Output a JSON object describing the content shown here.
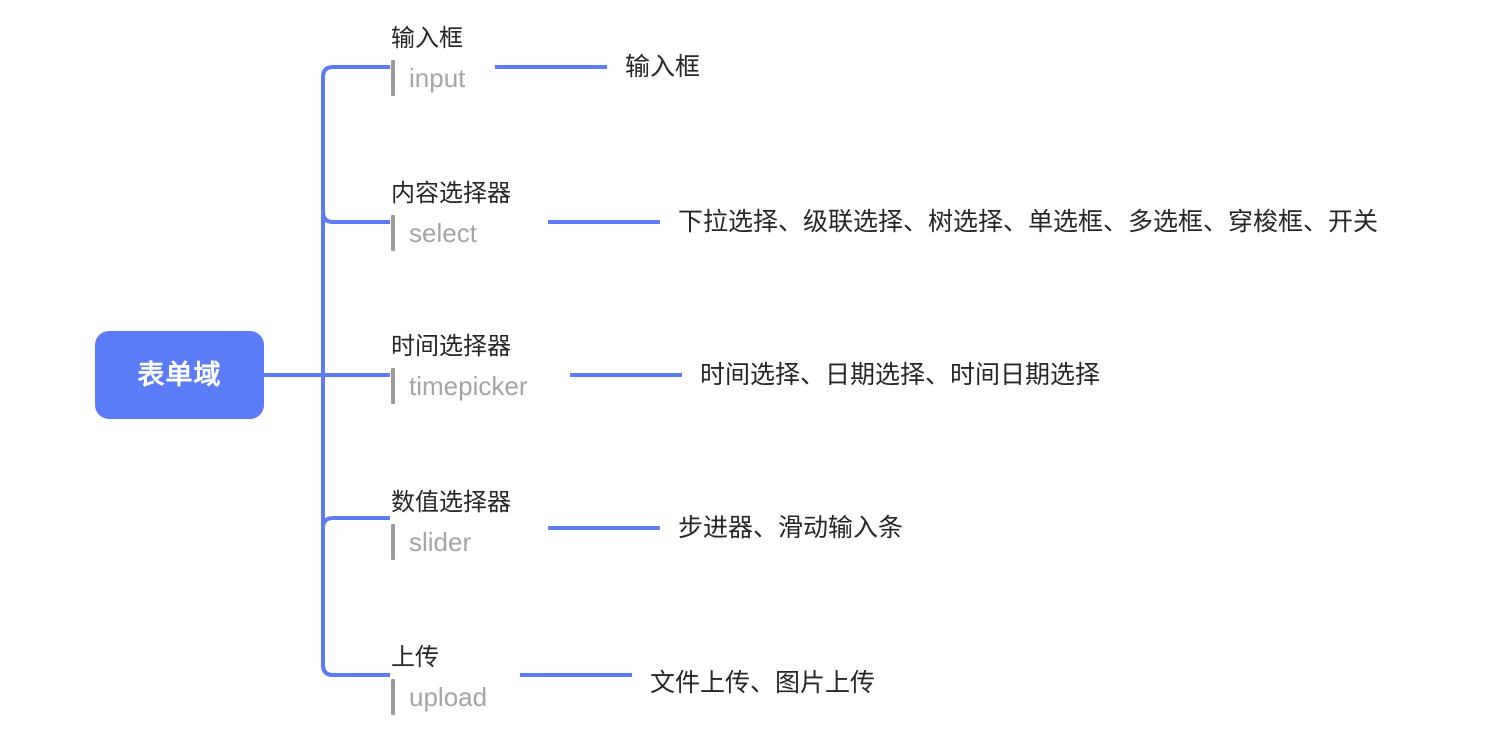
{
  "diagram": {
    "type": "mind-map",
    "root": {
      "label": "表单域"
    },
    "accent_color": "#5b7cf6",
    "branch_line_color": "#5b7cf6",
    "title_color": "#262626",
    "code_color": "#a5a5a5",
    "code_bar_color": "#9b9b9b",
    "branches": [
      {
        "title": "输入框",
        "code": "input",
        "leaf": "输入框"
      },
      {
        "title": "内容选择器",
        "code": "select",
        "leaf": "下拉选择、级联选择、树选择、单选框、多选框、穿梭框、开关"
      },
      {
        "title": "时间选择器",
        "code": "timepicker",
        "leaf": "时间选择、日期选择、时间日期选择"
      },
      {
        "title": "数值选择器",
        "code": "slider",
        "leaf": "步进器、滑动输入条"
      },
      {
        "title": "上传",
        "code": "upload",
        "leaf": "文件上传、图片上传"
      }
    ]
  }
}
